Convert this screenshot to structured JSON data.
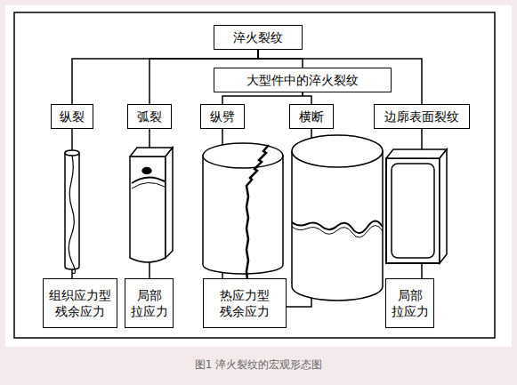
{
  "diagram": {
    "caption": "图1 淬火裂纹的宏观形态图",
    "nodes": [
      {
        "text": [
          "淬火裂纹"
        ]
      },
      {
        "text": [
          "大型件中的淬火裂纹"
        ]
      },
      {
        "text": [
          "纵裂"
        ]
      },
      {
        "text": [
          "弧裂"
        ]
      },
      {
        "text": [
          "纵劈"
        ]
      },
      {
        "text": [
          "横断"
        ]
      },
      {
        "text": [
          "边廓表面裂纹"
        ]
      },
      {
        "text": [
          "组织应力型 残余应力"
        ]
      },
      {
        "text": [
          "局部 拉应力"
        ]
      },
      {
        "text": [
          "热应力型 残余应力"
        ]
      },
      {
        "text": [
          "局部 拉应力"
        ]
      }
    ],
    "edges": [
      {
        "from": 0,
        "to": 1,
        "arrow": "none"
      },
      {
        "from": 0,
        "to": 2,
        "arrow": "none"
      },
      {
        "from": 0,
        "to": 3,
        "arrow": "none"
      },
      {
        "from": 0,
        "to": 6,
        "arrow": "none"
      },
      {
        "from": 1,
        "to": 4,
        "arrow": "none"
      },
      {
        "from": 1,
        "to": 5,
        "arrow": "none"
      },
      {
        "from": 2,
        "to": 7,
        "arrow": "none"
      },
      {
        "from": 3,
        "to": 8,
        "arrow": "none"
      },
      {
        "from": 4,
        "to": 9,
        "arrow": "none"
      },
      {
        "from": 6,
        "to": 10,
        "arrow": "none"
      },
      {
        "from": 5,
        "to": 9,
        "arrow": "none"
      }
    ]
  }
}
